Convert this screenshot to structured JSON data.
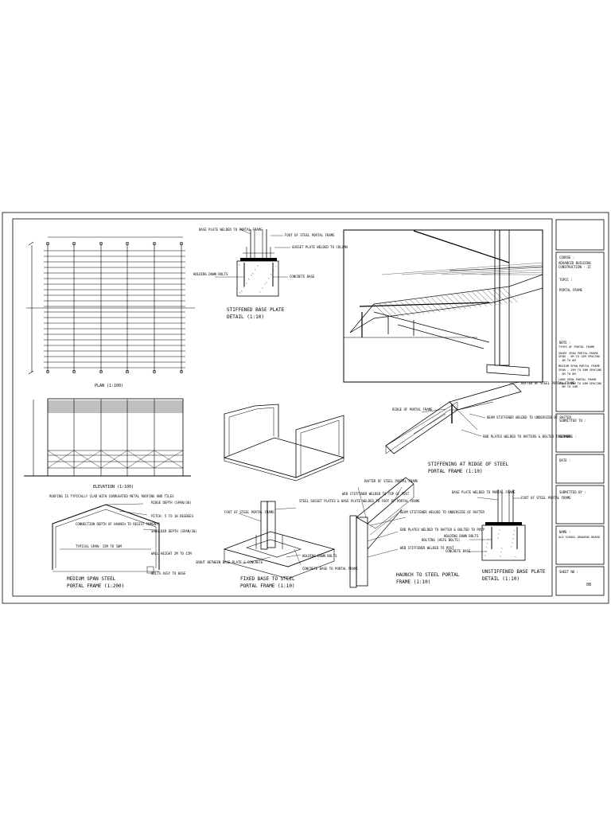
{
  "plan": {
    "title": "PLAN (1:100)"
  },
  "elevation": {
    "title": "ELEVATION (1:100)"
  },
  "stiffened_base": {
    "title_1": "STIFFENED BASE PLATE",
    "title_2": "DETAIL (1:10)",
    "labels": {
      "base_plate": "BASE PLATE WELDED TO PORTAL FRAME",
      "foot": "FOOT OF STEEL PORTAL FRAME",
      "gusset": "GUSSET PLATE WELDED TO COLUMN",
      "holding_down": "HOLDING DOWN BOLTS",
      "concrete": "CONCRETE BASE"
    }
  },
  "ridge": {
    "title_1": "STIFFENING AT RIDGE OF STEEL",
    "title_2": "PORTAL FRAME (1:10)",
    "labels": {
      "apex": "RAFTER OF STEEL PORTAL FRAME",
      "ridge": "RIDGE OF PORTAL FRAME",
      "beam_stiffener": "BEAM STIFFENER WELDED TO UNDERSIDE OF RAFTER",
      "end_plates": "END PLATES WELDED TO RAFTERS & BOLTED TOGETHER"
    }
  },
  "medium_span": {
    "title_1": "MEDIUM SPAN STEEL",
    "title_2": "PORTAL FRAME (1:200)",
    "labels": {
      "roofing": "ROOFING IS TYPICALLY CLAD WITH CORRUGATED METAL ROOFING AND TILES",
      "ridge_depth": "RIDGE DEPTH (SPAN/30)",
      "pitch": "PITCH: 5 TO 10 DEGREES",
      "haunch": "CONNECTION DEPTH OF HAUNCH TO RESIST MOMENTS",
      "shoulder": "SHOULDER DEPTH (SPAN/30)",
      "typical_span": "TYPICAL SPAN: 15M TO 50M",
      "wall_height": "WALL HEIGHT 2M TO 15M",
      "bolts": "BOLTS ASSY TO BASE"
    }
  },
  "fixed_base": {
    "title_1": "FIXED BASE TO STEEL",
    "title_2": "PORTAL FRAME (1:10)",
    "labels": {
      "foot": "FOOT OF STEEL PORTAL FRAME",
      "steel_gusset": "STEEL GUSSET PLATES & BASE PLATE WELDED TO FOOT OF PORTAL FRAME",
      "holding": "HOLDING DOWN BOLTS",
      "grout": "GROUT BETWEEN BASE PLATE & CONCRETE",
      "concrete": "CONCRETE BASE TO PORTAL FRAME"
    }
  },
  "haunch": {
    "title_1": "HAUNCH TO STEEL PORTAL",
    "title_2": "FRAME (1:10)",
    "labels": {
      "web_stiffener": "WEB STIFFENER WELDED TO TOP OF POST",
      "rafter": "RAFTER OF STEEL PORTAL FRAME",
      "beam_stiffener": "BEAM STIFFENER WELDED TO UNDERSIDE OF RAFTER",
      "end_plates": "END PLATES WELDED TO RAFTER & BOLTED TO POST",
      "bolting": "BOLTING (HSFG BOLTS)",
      "web_stiffener_2": "WEB STIFFENER WELDED TO POST"
    }
  },
  "unstiffened_base": {
    "title_1": "UNSTIFFENED BASE PLATE",
    "title_2": "DETAIL (1:10)",
    "labels": {
      "base_plate": "BASE PLATE WELDED TO PORTAL FRAME",
      "foot": "FOOT OF STEEL PORTAL FRAME",
      "holding": "HOLDING DOWN BOLTS",
      "concrete": "CONCRETE BASE"
    }
  },
  "title_block": {
    "course": "COURSE :",
    "course_value": "ADVANCED BUILDING CONSTRUCTION - II",
    "topic": "TOPIC :",
    "topic_value": "PORTAL FRAME",
    "note": "NOTE :",
    "notes": [
      "TYPES OF PORTAL FRAME",
      "SHORT SPAN PORTAL FRAME SPAN - 5M TO 15M SPACING - 4M TO 6M",
      "MEDIUM SPAN PORTAL FRAME SPAN - 15M TO 30M SPACING - 5M TO 8M",
      "LONG SPAN PORTAL FRAME SPAN - 30M TO 50M SPACING - 6M TO 10M"
    ],
    "submitted_to": "SUBMITTED TO :",
    "remarks": "REMARKS :",
    "date": "DATE :",
    "submitted_by": "SUBMITTED BY :",
    "name": "NAME :",
    "name_value": "OLD SCHOOL DRAWING BOARD",
    "sheet_no": "SHEET NO :",
    "sheet_value": "08"
  }
}
